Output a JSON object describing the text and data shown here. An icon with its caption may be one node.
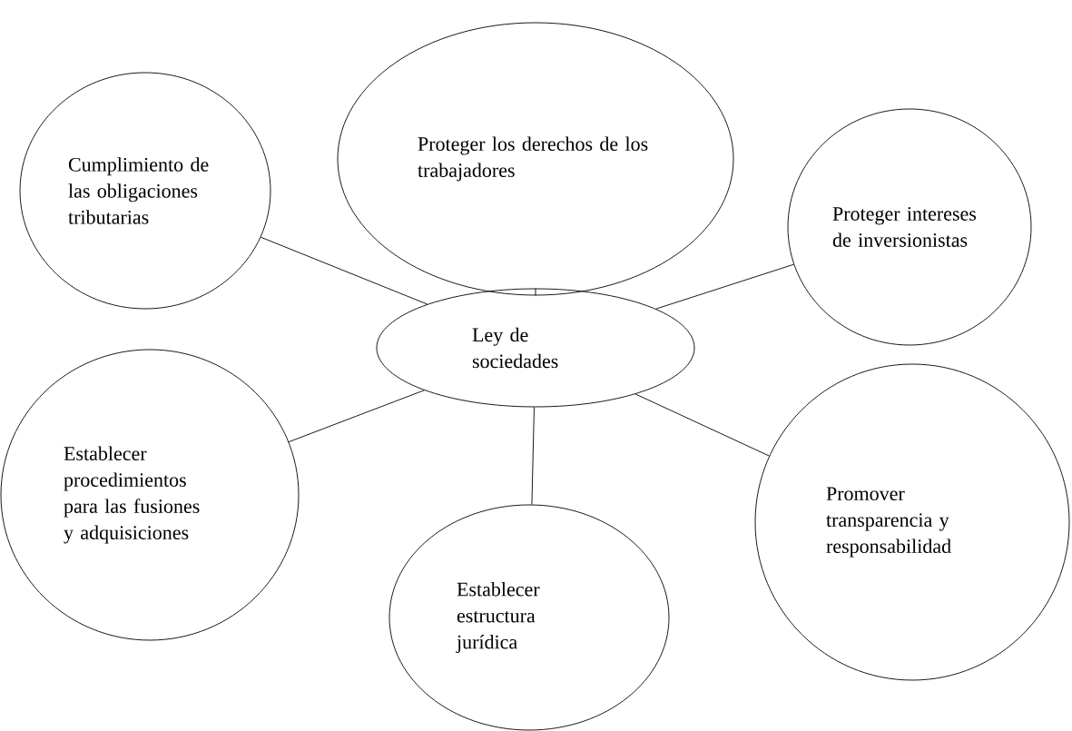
{
  "diagram": {
    "nodes": [
      {
        "text": [
          "Proteger los derechos de los trabajadores"
        ]
      },
      {
        "text": [
          "Cumplimiento de las obligaciones tributarias"
        ]
      },
      {
        "text": [
          "Proteger intereses de inversionistas"
        ]
      },
      {
        "text": [
          "Ley de sociedades"
        ]
      },
      {
        "text": [
          "Establecer procedimientos para las fusiones y adquisiciones"
        ]
      },
      {
        "text": [
          "Promover transparencia y responsabilidad"
        ]
      },
      {
        "text": [
          "Establecer estructura jurídica"
        ]
      }
    ],
    "edges": [
      {
        "from": 3,
        "to": 0,
        "arrow": "none"
      },
      {
        "from": 3,
        "to": 1,
        "arrow": "none"
      },
      {
        "from": 3,
        "to": 2,
        "arrow": "none"
      },
      {
        "from": 3,
        "to": 4,
        "arrow": "none"
      },
      {
        "from": 3,
        "to": 5,
        "arrow": "none"
      },
      {
        "from": 3,
        "to": 6,
        "arrow": "none"
      }
    ]
  }
}
